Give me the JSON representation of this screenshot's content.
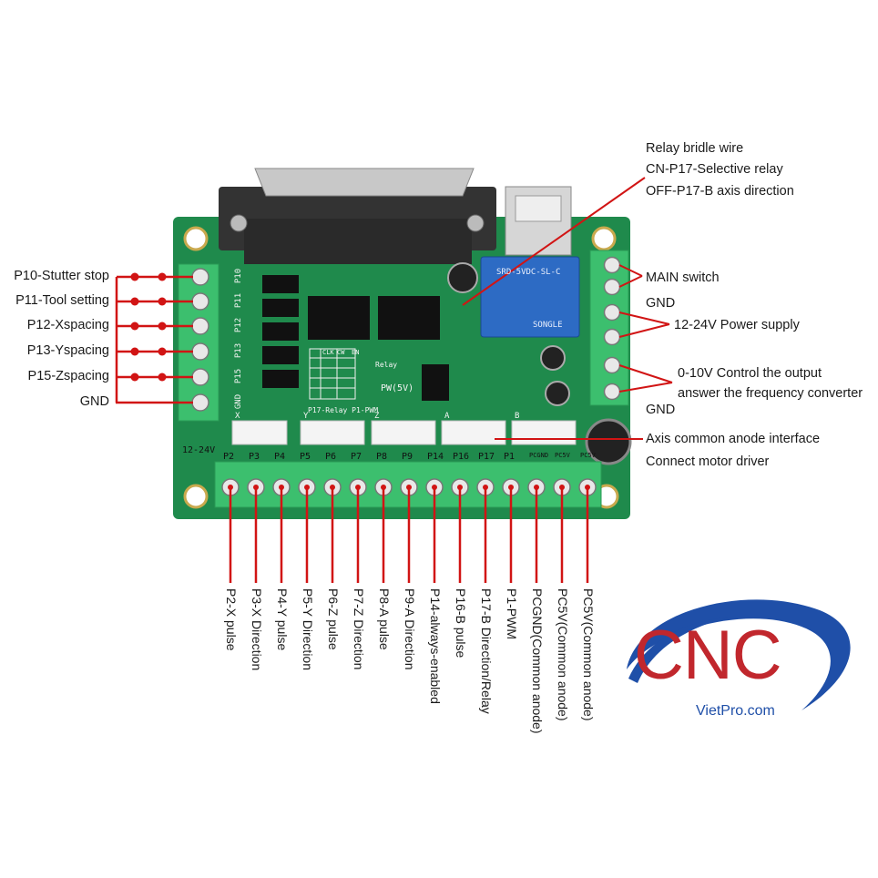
{
  "left_labels": [
    "P10-Stutter stop",
    "P11-Tool setting",
    "P12-Xspacing",
    "P13-Yspacing",
    "P15-Zspacing",
    "GND"
  ],
  "right_labels": {
    "relay_line1": "Relay bridle wire",
    "relay_line2": "CN-P17-Selective relay",
    "relay_line3": "OFF-P17-B axis direction",
    "main_switch": "MAIN switch",
    "gnd1": "GND",
    "power": "12-24V Power supply",
    "control1": "0-10V Control the output",
    "control2": "answer the frequency converter",
    "gnd2": "GND",
    "axis1": "Axis common anode interface",
    "axis2": "Connect motor driver"
  },
  "bottom_labels": [
    "P2-X pulse",
    "P3-X Direction",
    "P4-Y pulse",
    "P5-Y Direction",
    "P6-Z pulse",
    "P7-Z Direction",
    "P8-A pulse",
    "P9-A Direction",
    "P14-always-enabled",
    "P16-B pulse",
    "P17-B Direction/Relay",
    "P1-PWM",
    "PCGND(Common anode)",
    "PC5V(Common anode)",
    "PC5V(Common anode)"
  ],
  "pcb": {
    "left_silk": [
      "P10",
      "P11",
      "P12",
      "P13",
      "P15",
      "GND"
    ],
    "bottom_silk": [
      "P2",
      "P3",
      "P4",
      "P5",
      "P6",
      "P7",
      "P8",
      "P9",
      "P14",
      "P16",
      "P17",
      "P1",
      "PCGND",
      "PC5V",
      "PC5V"
    ],
    "voltage": "12-24V",
    "relay_text": "SRD-5VDC-SL-C",
    "relay_brand": "SONGLE",
    "pw": "PW(5V)",
    "relay_silk": "Relay",
    "conn_labels": [
      "X",
      "Y",
      "Z",
      "A",
      "B"
    ],
    "table_header": [
      "CLK",
      "CW",
      "EN"
    ],
    "p17_label": "P17-Relay P1-PWM"
  },
  "logo": {
    "main": "CNC",
    "sub": "VietPro.com"
  },
  "colors": {
    "pcb": "#1f8a4c",
    "terminal": "#3cbf6e",
    "line": "#d11414",
    "logo_red": "#c1272d",
    "logo_blue": "#1f4fa8"
  }
}
